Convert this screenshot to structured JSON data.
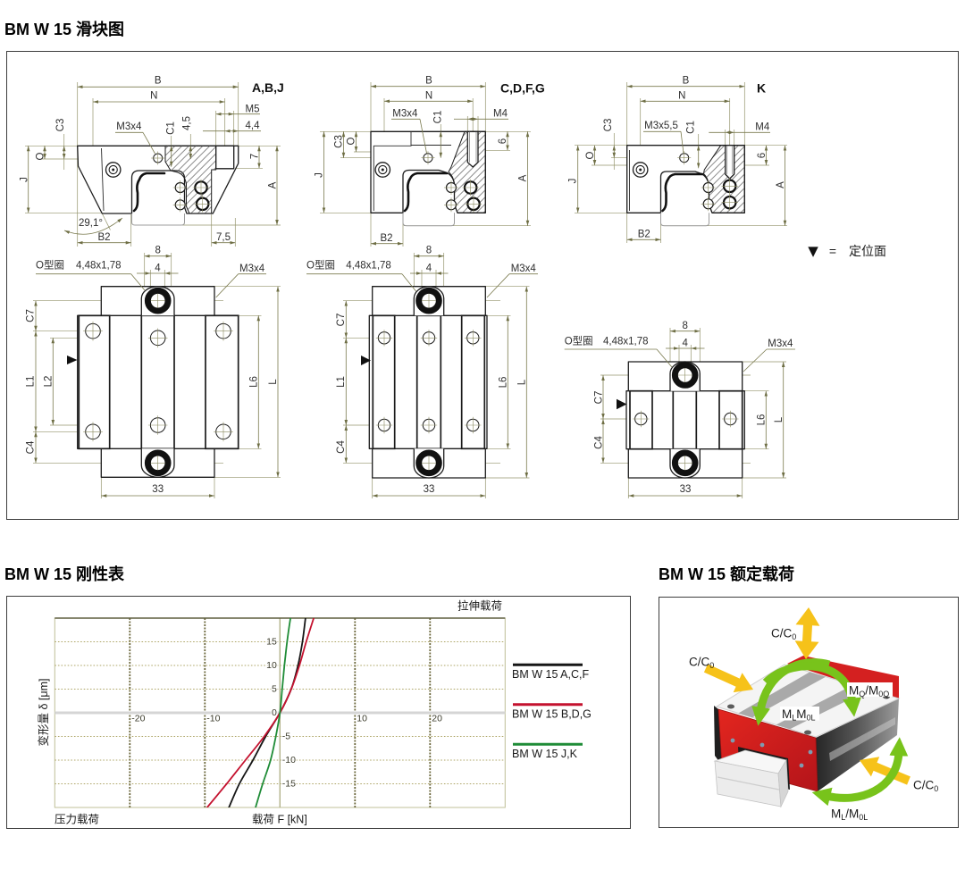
{
  "headings": {
    "slider_drawing": "BM W 15 滑块图",
    "stiffness_chart": "BM W 15 刚性表",
    "rated_load": "BM W 15 额定载荷"
  },
  "drawing_panel": {
    "cross_sections": [
      {
        "variant": "A,B,J",
        "labels": {
          "B": "B",
          "N": "N",
          "side_thread": "M5",
          "side_thread_offset": "4,4",
          "C3": "C3",
          "top_thread": "M3x4",
          "C1": "C1",
          "thread_depth": "4,5",
          "O": "O",
          "side_thread_height": "7",
          "J": "J",
          "A": "A",
          "flank_angle": "29,1°",
          "B2": "B2",
          "foot_width": "7,5"
        }
      },
      {
        "variant": "C,D,F,G",
        "labels": {
          "B": "B",
          "N": "N",
          "top_thread": "M3x4",
          "C1": "C1",
          "side_thread": "M4",
          "C3": "C3",
          "O": "O",
          "side_thread_depth": "6",
          "J": "J",
          "A": "A",
          "B2": "B2"
        }
      },
      {
        "variant": "K",
        "labels": {
          "B": "B",
          "N": "N",
          "top_thread": "M3x5,5",
          "C1": "C1",
          "side_thread": "M4",
          "C3": "C3",
          "O": "O",
          "side_thread_depth": "6",
          "J": "J",
          "A": "A",
          "B2": "B2"
        }
      }
    ],
    "top_views": [
      {
        "labels": {
          "o_ring_boss_width": "8",
          "o_ring_hole": "4",
          "o_ring_name": "O型圈",
          "o_ring_size": "4,48x1,78",
          "thread": "M3x4",
          "C7": "C7",
          "L1": "L1",
          "L2": "L2",
          "C4": "C4",
          "L6": "L6",
          "L": "L",
          "width": "33"
        }
      },
      {
        "labels": {
          "o_ring_boss_width": "8",
          "o_ring_hole": "4",
          "o_ring_name": "O型圈",
          "o_ring_size": "4,48x1,78",
          "thread": "M3x4",
          "C7": "C7",
          "L1": "L1",
          "C4": "C4",
          "L6": "L6",
          "L": "L",
          "width": "33"
        }
      },
      {
        "labels": {
          "o_ring_boss_width": "8",
          "o_ring_hole": "4",
          "o_ring_name": "O型圈",
          "o_ring_size": "4,48x1,78",
          "thread": "M3x4",
          "C7": "C7",
          "C4": "C4",
          "L6": "L6",
          "L": "L",
          "width": "33"
        }
      }
    ],
    "legend": {
      "symbol": "▼",
      "equals": "=",
      "meaning": "定位面"
    }
  },
  "chart_data": {
    "type": "line",
    "title": "BM W 15 刚性表",
    "xlabel": "载荷 F [kN]",
    "ylabel": "变形量 δ [μm]",
    "xlim": [
      -30,
      30
    ],
    "ylim": [
      -20,
      20
    ],
    "x_ticks": [
      -20,
      -10,
      10,
      20
    ],
    "y_ticks": [
      15,
      10,
      5,
      0,
      -5,
      -10,
      -15
    ],
    "grid": true,
    "legend_position": "right",
    "annotations": {
      "positive_side": "拉伸载荷",
      "negative_side": "压力载荷"
    },
    "series": [
      {
        "name": "BM W 15 A,C,F",
        "color": "#161616",
        "x": [
          -6.8,
          -5.4,
          -3.6,
          -1.9,
          0,
          1.5,
          2.4,
          3.0,
          3.4
        ],
        "y": [
          -20,
          -15,
          -10,
          -5,
          0,
          5,
          10,
          15,
          20
        ]
      },
      {
        "name": "BM W 15 B,D,G",
        "color": "#c4122f",
        "x": [
          -9.7,
          -7.1,
          -4.6,
          -2.1,
          0,
          1.5,
          2.6,
          3.5,
          4.5
        ],
        "y": [
          -20,
          -15,
          -10,
          -5,
          0,
          5,
          10,
          15,
          20
        ]
      },
      {
        "name": "BM W 15 J,K",
        "color": "#1f8c37",
        "x": [
          -3.25,
          -2.3,
          -1.25,
          -0.55,
          0,
          0.3,
          0.6,
          0.95,
          1.4
        ],
        "y": [
          -20,
          -15,
          -10,
          -5,
          0,
          5,
          10,
          15,
          20
        ]
      }
    ]
  },
  "rated_load": {
    "labels": {
      "load_vertical": [
        "C/C",
        "0"
      ],
      "load_lateral_left": [
        "C/C",
        "0"
      ],
      "load_lateral_right": [
        "C/C",
        "0"
      ],
      "moment_transverse": [
        "M",
        "Q",
        "/M",
        "0Q"
      ],
      "moment_longitudinal_top": [
        "M",
        "L",
        "M",
        "0L"
      ],
      "moment_longitudinal_bottom": [
        "M",
        "L",
        "/M",
        "0L"
      ]
    },
    "colors": {
      "load_arrow": "#f6c21a",
      "moment_arrow": "#78c31b",
      "end_cap": "#d42020"
    }
  }
}
